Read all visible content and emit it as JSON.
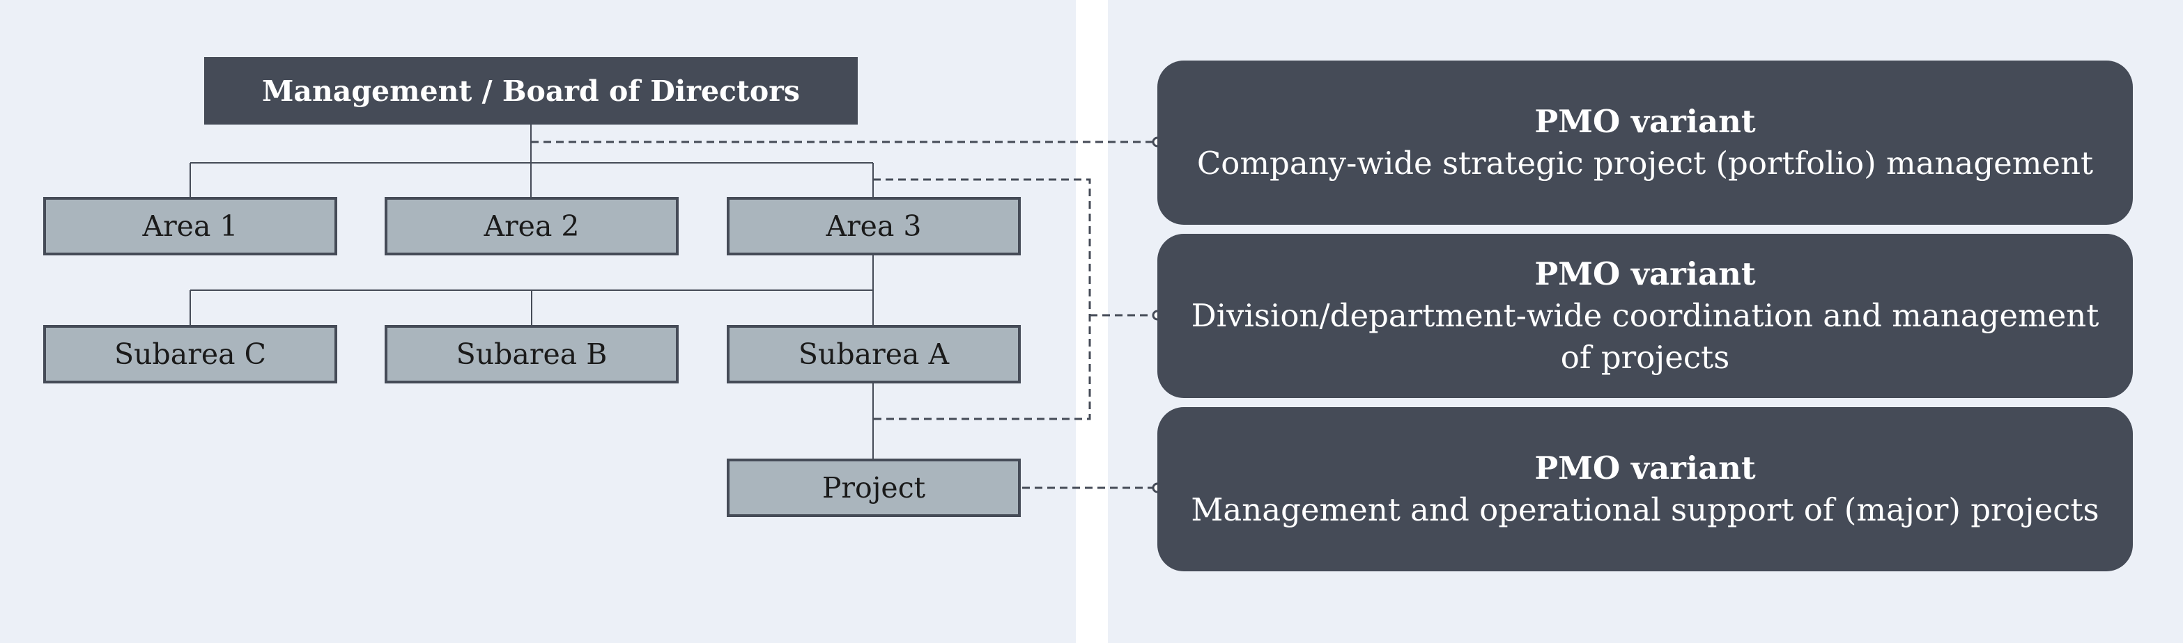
{
  "org_chart": {
    "board": "Management / Board of Directors",
    "areas": [
      "Area 1",
      "Area 2",
      "Area 3"
    ],
    "subareas": [
      "Subarea C",
      "Subarea B",
      "Subarea A"
    ],
    "project": "Project"
  },
  "pmo_variants": [
    {
      "title": "PMO variant",
      "description": "Company-wide strategic project (portfolio) management"
    },
    {
      "title": "PMO variant",
      "description": "Division/department-wide coordination and management of projects"
    },
    {
      "title": "PMO variant",
      "description": "Management and operational support of (major) projects"
    }
  ],
  "colors": {
    "background": "#ecf0f7",
    "dark_box": "#454b57",
    "light_box": "#aab5bd"
  }
}
